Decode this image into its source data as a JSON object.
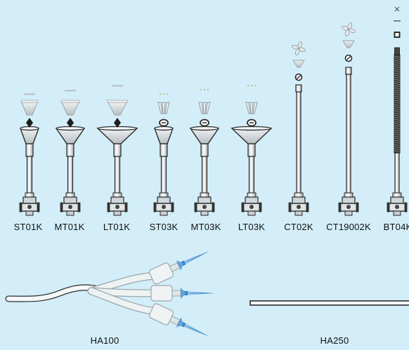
{
  "products": [
    {
      "code": "ST01K",
      "kind": "short",
      "cap": "cone",
      "nut": "dark",
      "cup": "small"
    },
    {
      "code": "MT01K",
      "kind": "short",
      "cap": "cone",
      "nut": "dark",
      "cup": "medium"
    },
    {
      "code": "LT01K",
      "kind": "short",
      "cap": "cone",
      "nut": "dark",
      "cup": "large"
    },
    {
      "code": "ST03K",
      "kind": "short",
      "cap": "tines",
      "nut": "ring",
      "cup": "small"
    },
    {
      "code": "MT03K",
      "kind": "short",
      "cap": "tines",
      "nut": "ring",
      "cup": "medium"
    },
    {
      "code": "LT03K",
      "kind": "short",
      "cap": "tines",
      "nut": "ring",
      "cup": "large"
    },
    {
      "code": "CT02K",
      "kind": "long",
      "cap": "fan",
      "nut": "ring"
    },
    {
      "code": "CT19002K",
      "kind": "long",
      "cap": "fan",
      "nut": "ring"
    },
    {
      "code": "BT04K",
      "kind": "threaded",
      "cap": "cross",
      "nut": "square"
    }
  ],
  "accessories": [
    {
      "code": "HA100"
    },
    {
      "code": "HA250"
    }
  ],
  "colors": {
    "background": "#d3eef8",
    "metal": "#e8ecee",
    "outline": "#2a2a2a",
    "needle_blue": "#3a86c8"
  }
}
